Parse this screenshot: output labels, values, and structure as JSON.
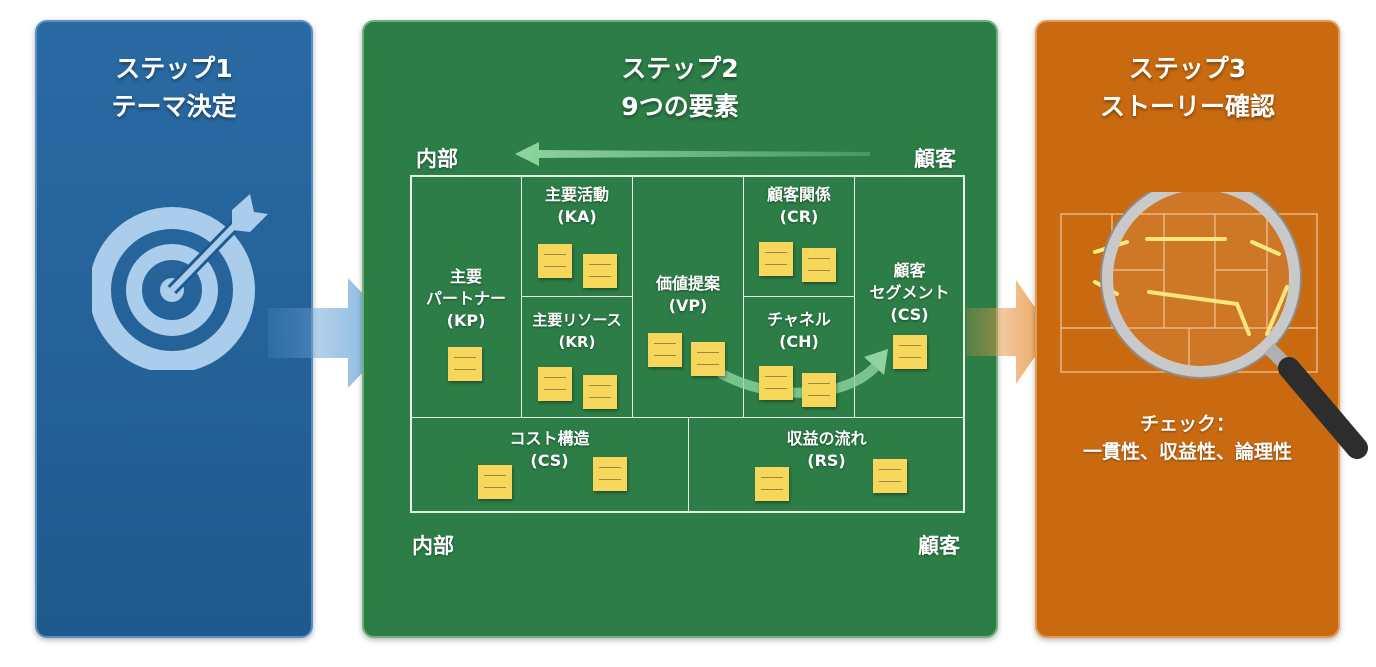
{
  "step1": {
    "title_line1": "ステップ1",
    "title_line2": "テーマ決定",
    "icon": "target-icon"
  },
  "step2": {
    "title_line1": "ステップ2",
    "title_line2": "9つの要素",
    "corners": {
      "top_left": "内部",
      "top_right": "顧客",
      "bottom_left": "内部",
      "bottom_right": "顧客"
    },
    "blocks": {
      "kp": {
        "name": "主要",
        "name2": "パートナー",
        "code": "(KP)"
      },
      "ka": {
        "name": "主要活動",
        "code": "(KA)"
      },
      "kr": {
        "name": "主要リソース",
        "code": "(KR)"
      },
      "vp": {
        "name": "価値提案",
        "code": "(VP)"
      },
      "cr": {
        "name": "顧客関係",
        "code": "(CR)"
      },
      "ch": {
        "name": "チャネル",
        "code": "(CH)"
      },
      "cs": {
        "name": "顧客",
        "name2": "セグメント",
        "code": "(CS)"
      },
      "cost": {
        "name": "コスト構造",
        "code": "(CS)"
      },
      "rs": {
        "name": "収益の流れ",
        "code": "(RS)"
      }
    },
    "colors": {
      "panel": "#2d7d47",
      "note": "#f6d75c"
    }
  },
  "step3": {
    "title_line1": "ステップ3",
    "title_line2": "ストーリー確認",
    "check_line1": "チェック：",
    "check_line2": "一貫性、収益性、論理性",
    "icon": "magnifier-icon"
  }
}
